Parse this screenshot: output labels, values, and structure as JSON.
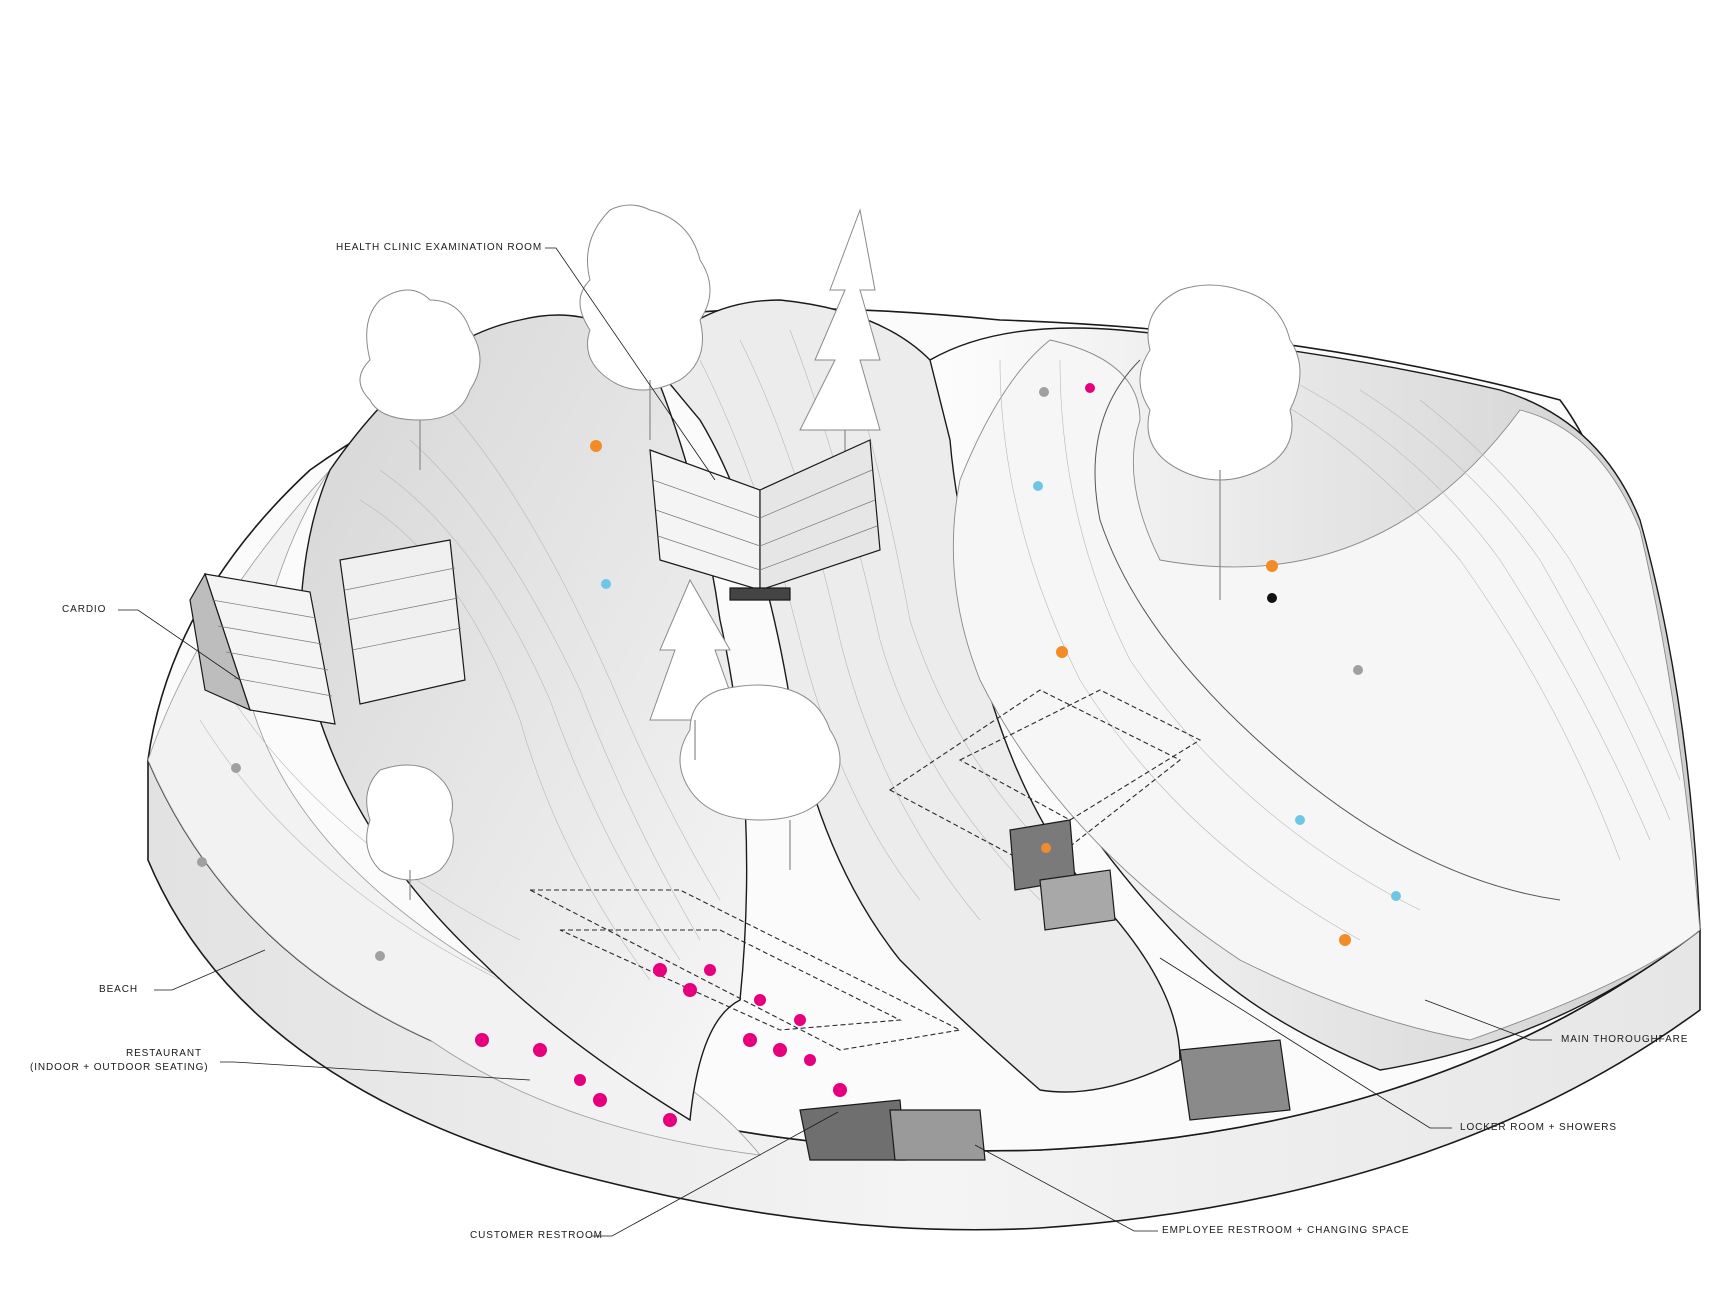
{
  "labels": {
    "health_clinic": "HEALTH CLINIC EXAMINATION ROOM",
    "cardio": "CARDIO",
    "beach": "BEACH",
    "restaurant_line1": "RESTAURANT",
    "restaurant_line2": "(INDOOR + OUTDOOR SEATING)",
    "main_thoroughfare": "MAIN THOROUGHFARE",
    "locker_room": "LOCKER ROOM + SHOWERS",
    "customer_restroom": "CUSTOMER RESTROOM",
    "employee_restroom": "EMPLOYEE RESTROOM + CHANGING SPACE"
  },
  "colors": {
    "line": "#1a1a1a",
    "terrain_light": "#f7f7f7",
    "terrain_shadow": "#c9c9c9",
    "seating_magenta": "#e6007e",
    "people_orange": "#f28c28",
    "people_blue": "#6ec6e6"
  }
}
